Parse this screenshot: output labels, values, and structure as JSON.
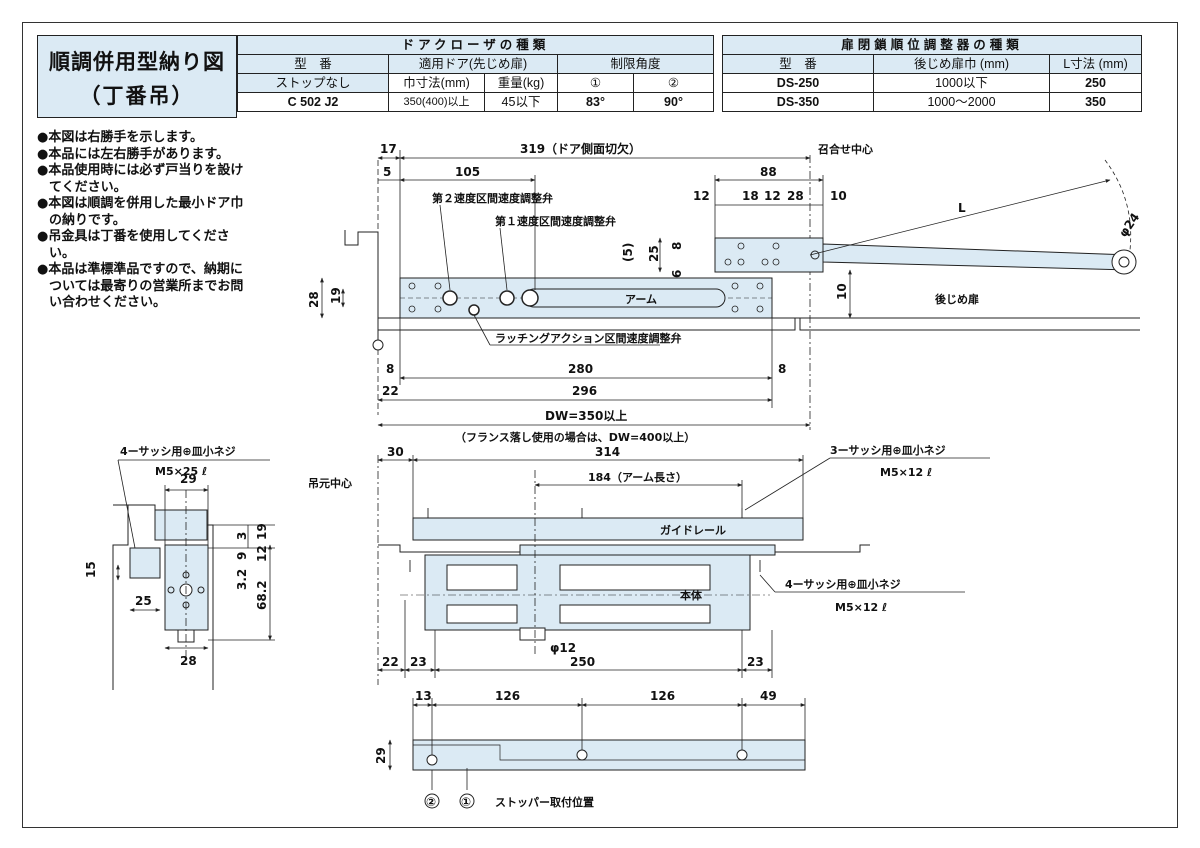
{
  "title": {
    "line1": "順調併用型納り図",
    "line2": "（丁番吊）"
  },
  "closer_table": {
    "header": "ドアクローザの種類",
    "col_model": "型　番",
    "col_door": "適用ドア(先じめ扉)",
    "col_angle": "制限角度",
    "sub_model": "ストップなし",
    "sub_width": "巾寸法(mm)",
    "sub_weight": "重量(kg)",
    "sub_a1": "①",
    "sub_a2": "②",
    "row": {
      "model": "C 502 J2",
      "width": "350(400)以上",
      "weight": "45以下",
      "a1": "83°",
      "a2": "90°"
    }
  },
  "coordinator_table": {
    "header": "扉閉鎖順位調整器の種類",
    "col_model": "型　番",
    "col_width": "後じめ扉巾 (mm)",
    "col_l": "L寸法 (mm)",
    "rows": [
      {
        "model": "DS-250",
        "width": "1000以下",
        "l": "250"
      },
      {
        "model": "DS-350",
        "width": "1000～2000",
        "l": "350"
      }
    ]
  },
  "notes": [
    "●本図は右勝手を示します。",
    "●本品には左右勝手があります。",
    "●本品使用時には必ず戸当りを設けてください。",
    "●本図は順調を併用した最小ドア巾の納りです。",
    "●吊金具は丁番を使用してください。",
    "●本品は準標準品ですので、納期については最寄りの営業所までお問い合わせください。"
  ],
  "plan": {
    "d17": "17",
    "d319": "319（ドア側面切欠）",
    "meet": "召合せ中心",
    "d5": "5",
    "d105": "105",
    "d88": "88",
    "d12": "12",
    "d18": "18",
    "d12b": "12",
    "d28": "28",
    "d10": "10",
    "valve2": "第２速度区間速度調整弁",
    "valve1": "第１速度区間速度調整弁",
    "d5p": "(5)",
    "d25": "25",
    "d8": "8",
    "d6": "6",
    "L": "L",
    "phi24": "φ24",
    "d28v": "28",
    "d19": "19",
    "arm": "アーム",
    "d10v": "10",
    "rear_door": "後じめ扉",
    "latch": "ラッチングアクション区間速度調整弁",
    "d8a": "8",
    "d280": "280",
    "d8b": "8",
    "d22": "22",
    "d296": "296",
    "dw": "DW=350以上",
    "dw_note": "（フランス落し使用の場合は、DW=400以上）"
  },
  "front": {
    "pivot": "吊元中心",
    "d30": "30",
    "d314": "314",
    "d184": "184（アーム長さ）",
    "screw3": "3ーサッシ用⊕皿小ネジ",
    "screw3b": "M5×12 ℓ",
    "rail": "ガイドレール",
    "body": "本体",
    "screw4": "4ーサッシ用⊕皿小ネジ",
    "screw4b": "M5×12 ℓ",
    "phi12": "φ12",
    "d22": "22",
    "d23": "23",
    "d250": "250",
    "d23b": "23"
  },
  "side": {
    "screw": "4ーサッシ用⊕皿小ネジ",
    "screwb": "M5×25 ℓ",
    "d29": "29",
    "d3": "3",
    "d19": "19",
    "d9": "9",
    "d12": "12",
    "d15": "15",
    "d32": "3.2",
    "d682": "68.2",
    "d25": "25",
    "d28": "28"
  },
  "rail_view": {
    "d13": "13",
    "d126a": "126",
    "d126b": "126",
    "d49": "49",
    "d29": "29",
    "c2": "②",
    "c1": "①",
    "stopper": "ストッパー取付位置"
  }
}
